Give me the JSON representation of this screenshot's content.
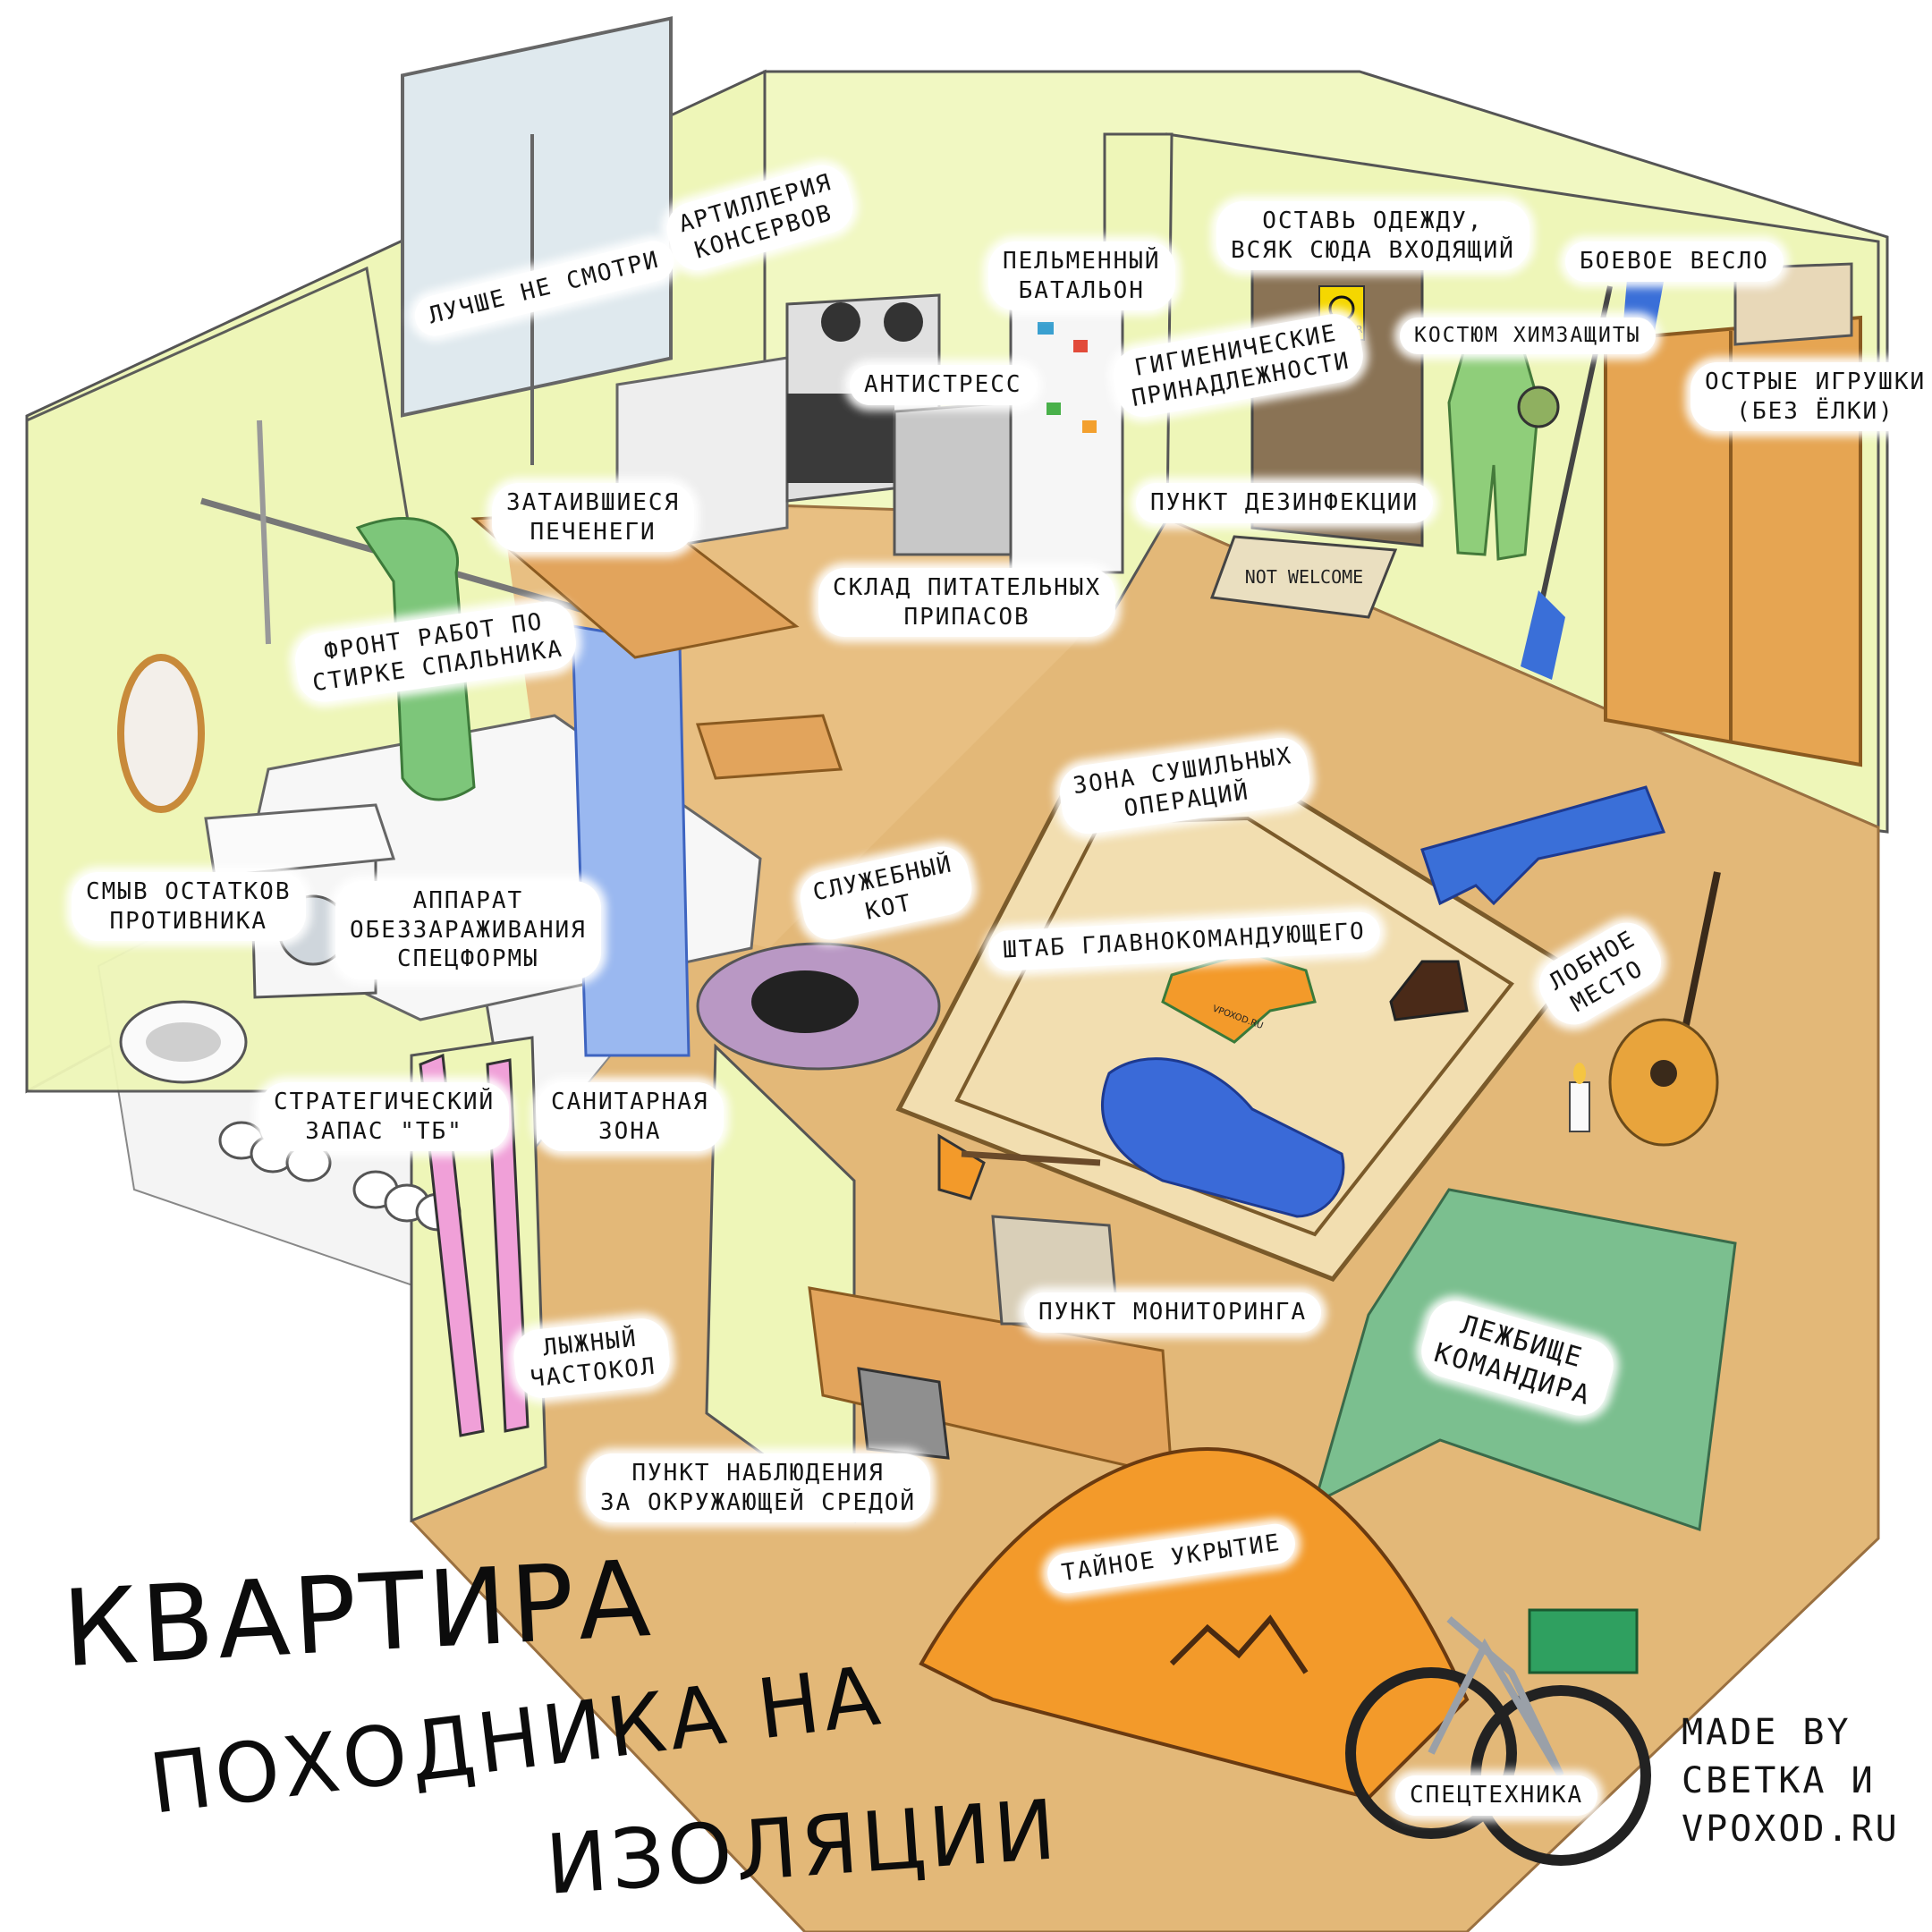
{
  "title": {
    "line1": "КВАРТИРА",
    "line2": "ПОХОДНИКА НА",
    "line3": "ИЗОЛЯЦИИ"
  },
  "credit": "MADE BY\nСВЕТКА И\nVPOXOD.RU",
  "labels": {
    "dont_look": "ЛУЧШЕ НЕ СМОТРИ",
    "canned_artillery": "АРТИЛЛЕРИЯ\nКОНСЕРВОВ",
    "dumpling_battalion": "ПЕЛЬМЕННЫЙ\nБАТАЛЬОН",
    "antistress": "АНТИСТРЕСС",
    "leave_clothes": "ОСТАВЬ ОДЕЖДУ,\nВСЯК СЮДА ВХОДЯЩИЙ",
    "hygiene_supplies": "ГИГИЕНИЧЕСКИЕ\nПРИНАДЛЕЖНОСТИ",
    "hazmat_suit": "КОСТЮМ ХИМЗАЩИТЫ",
    "battle_paddle": "БОЕВОЕ ВЕСЛО",
    "sharp_toys": "ОСТРЫЕ ИГРУШКИ\n(БЕЗ ЁЛКИ)",
    "hidden_cookies": "ЗАТАИВШИЕСЯ\nПЕЧЕНЕГИ",
    "disinfection_point": "ПУНКТ ДЕЗИНФЕКЦИИ",
    "food_storage": "СКЛАД ПИТАТЕЛЬНЫХ\nПРИПАСОВ",
    "sleeping_bag_wash": "ФРОНТ РАБОТ ПО\nСТИРКЕ СПАЛЬНИКА",
    "drying_zone": "ЗОНА СУШИЛЬНЫХ\nОПЕРАЦИЙ",
    "enemy_flush": "СМЫВ ОСТАТКОВ\nПРОТИВНИКА",
    "uniform_disinfector": "АППАРАТ\nОБЕЗЗАРАЖИВАНИЯ\nСПЕЦФОРМЫ",
    "service_cat": "СЛУЖЕБНЫЙ\nКОТ",
    "commander_hq": "ШТАБ ГЛАВНОКОМАНДУЮЩЕГО",
    "execution_place": "ЛОБНОЕ\nМЕСТО",
    "sanitary_zone": "САНИТАРНАЯ\nЗОНА",
    "strategic_reserve": "СТРАТЕГИЧЕСКИЙ\nЗАПАС \"ТБ\"",
    "ski_palisade": "ЛЫЖНЫЙ\nЧАСТОКОЛ",
    "monitoring_point": "ПУНКТ МОНИТОРИНГА",
    "commander_bed": "ЛЕЖБИЩЕ\nКОМАНДИРА",
    "observation_point": "ПУНКТ НАБЛЮДЕНИЯ\nЗА ОКРУЖАЮЩЕЙ СРЕДОЙ",
    "secret_shelter": "ТАЙНОЕ УКРЫТИЕ",
    "special_equipment": "СПЕЦТЕХНИКА"
  },
  "props": {
    "door_sign": "DANGER",
    "doormat": "NOT WELCOME",
    "tshirt_print": "VPOXOD.RU"
  },
  "colors": {
    "wall": "#eef6b8",
    "floor": "#e3b878",
    "floor_edge": "#c99a55",
    "tent": "#f39a2a",
    "rug": "#f2deb0",
    "blanket": "#7bbf8f",
    "wardrobe": "#e6a552"
  }
}
